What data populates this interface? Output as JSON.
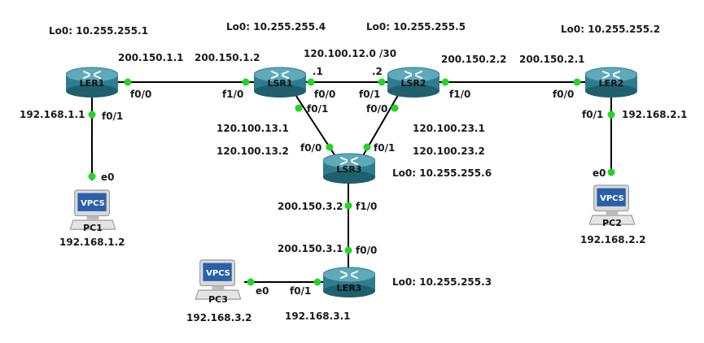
{
  "routers": {
    "ler1": {
      "name": "LER1",
      "lo": "Lo0: 10.255.255.1"
    },
    "lsr1": {
      "name": "LSR1",
      "lo": "Lo0: 10.255.255.4"
    },
    "lsr2": {
      "name": "LSR2",
      "lo": "Lo0: 10.255.255.5"
    },
    "ler2": {
      "name": "LER2",
      "lo": "Lo0: 10.255.255.2"
    },
    "lsr3": {
      "name": "LSR3",
      "lo": "Lo0: 10.255.255.6"
    },
    "ler3": {
      "name": "LER3",
      "lo": "Lo0: 10.255.255.3"
    }
  },
  "pcs": {
    "pc1": {
      "name": "PC1",
      "ip": "192.168.1.2",
      "badge": "VPCS"
    },
    "pc2": {
      "name": "PC2",
      "ip": "192.168.2.2",
      "badge": "VPCS"
    },
    "pc3": {
      "name": "PC3",
      "ip": "192.168.3.2",
      "badge": "VPCS"
    }
  },
  "links": {
    "ler1_lsr1": {
      "ip_a": "200.150.1.1",
      "ip_b": "200.150.1.2",
      "if_a": "f0/0",
      "if_b": "f1/0"
    },
    "lsr1_lsr2": {
      "subnet": "120.100.12.0 /30",
      "host_a": ".1",
      "host_b": ".2",
      "if_a": "f0/0",
      "if_b": "f0/1"
    },
    "lsr2_ler2": {
      "ip_a": "200.150.2.2",
      "ip_b": "200.150.2.1",
      "if_a": "f1/0",
      "if_b": "f0/0"
    },
    "lsr1_lsr3": {
      "ip_a": "120.100.13.1",
      "ip_b": "120.100.13.2",
      "if_a": "f0/1",
      "if_b": "f0/0"
    },
    "lsr2_lsr3": {
      "ip_a": "120.100.23.1",
      "ip_b": "120.100.23.2",
      "if_a": "f0/0",
      "if_b": "f0/1"
    },
    "lsr3_ler3": {
      "ip_a": "200.150.3.2",
      "ip_b": "200.150.3.1",
      "if_a": "f1/0",
      "if_b": "f0/0"
    },
    "ler1_pc1": {
      "ip": "192.168.1.1",
      "if_router": "f0/1",
      "if_pc": "e0"
    },
    "ler2_pc2": {
      "ip": "192.168.2.1",
      "if_router": "f0/1",
      "if_pc": "e0"
    },
    "ler3_pc3": {
      "ip": "192.168.3.1",
      "if_router": "f0/1",
      "if_pc": "e0"
    }
  },
  "colors": {
    "router_body": "#2f7c8e",
    "router_top": "#5fa9ba",
    "link": "#000000",
    "port": "#22d622",
    "vpcs_screen": "#2a60a8"
  }
}
